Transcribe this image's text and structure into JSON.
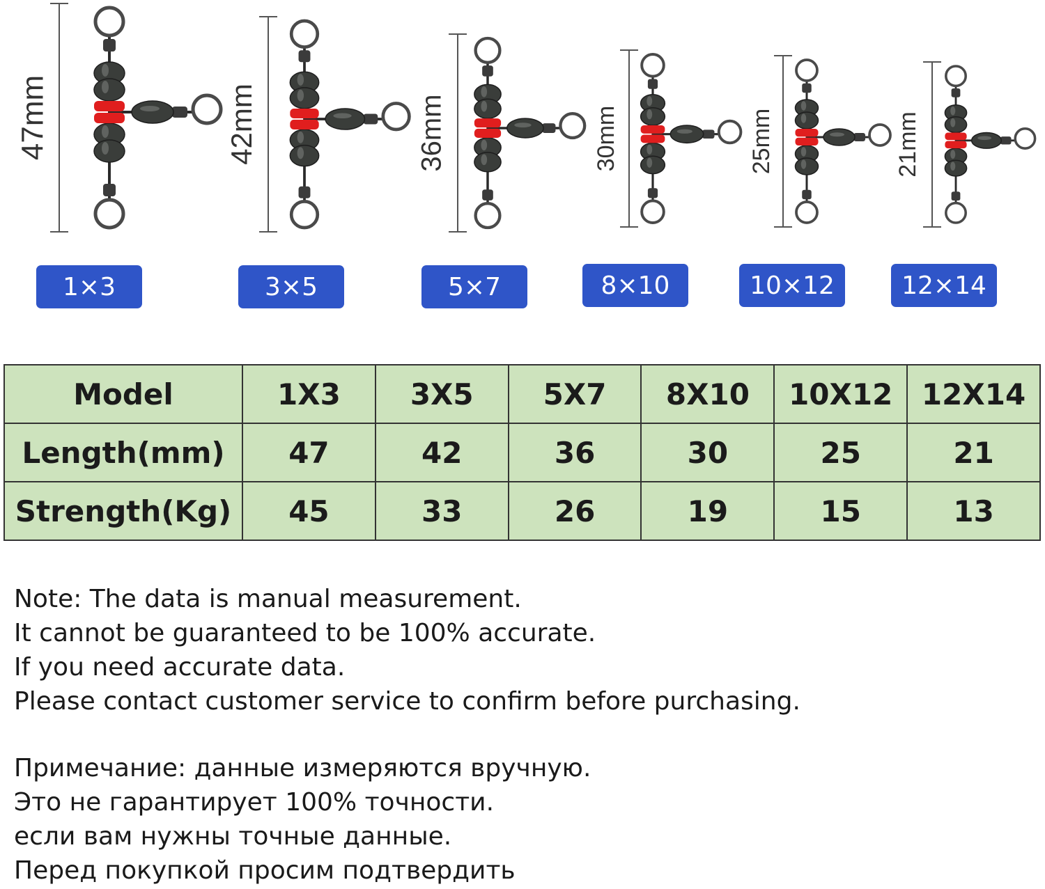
{
  "swivels": [
    {
      "dimension": "47mm",
      "size": "1×3"
    },
    {
      "dimension": "42mm",
      "size": "3×5"
    },
    {
      "dimension": "36mm",
      "size": "5×7"
    },
    {
      "dimension": "30mm",
      "size": "8×10"
    },
    {
      "dimension": "25mm",
      "size": "10×12"
    },
    {
      "dimension": "21mm",
      "size": "12×14"
    }
  ],
  "table": {
    "rows": [
      {
        "header": "Model",
        "cells": [
          "1X3",
          "3X5",
          "5X7",
          "8X10",
          "10X12",
          "12X14"
        ]
      },
      {
        "header": "Length(mm)",
        "cells": [
          "47",
          "42",
          "36",
          "30",
          "25",
          "21"
        ]
      },
      {
        "header": "Strength(Kg)",
        "cells": [
          "45",
          "33",
          "26",
          "19",
          "15",
          "13"
        ]
      }
    ]
  },
  "note_en": [
    "Note: The data is manual measurement.",
    "It cannot be guaranteed to be 100% accurate.",
    "If you need accurate data.",
    "Please contact customer service to confirm before purchasing."
  ],
  "note_ru": [
    "Примечание: данные измеряются вручную.",
    "Это не гарантирует 100% точности.",
    "если вам нужны точные данные.",
    "Перед покупкой просим подтвердить"
  ],
  "colors": {
    "badge": "#2f55c8",
    "table_bg": "#cde3bd",
    "bead": "#e01e1e",
    "swivel_body": "#3a3d3a"
  }
}
